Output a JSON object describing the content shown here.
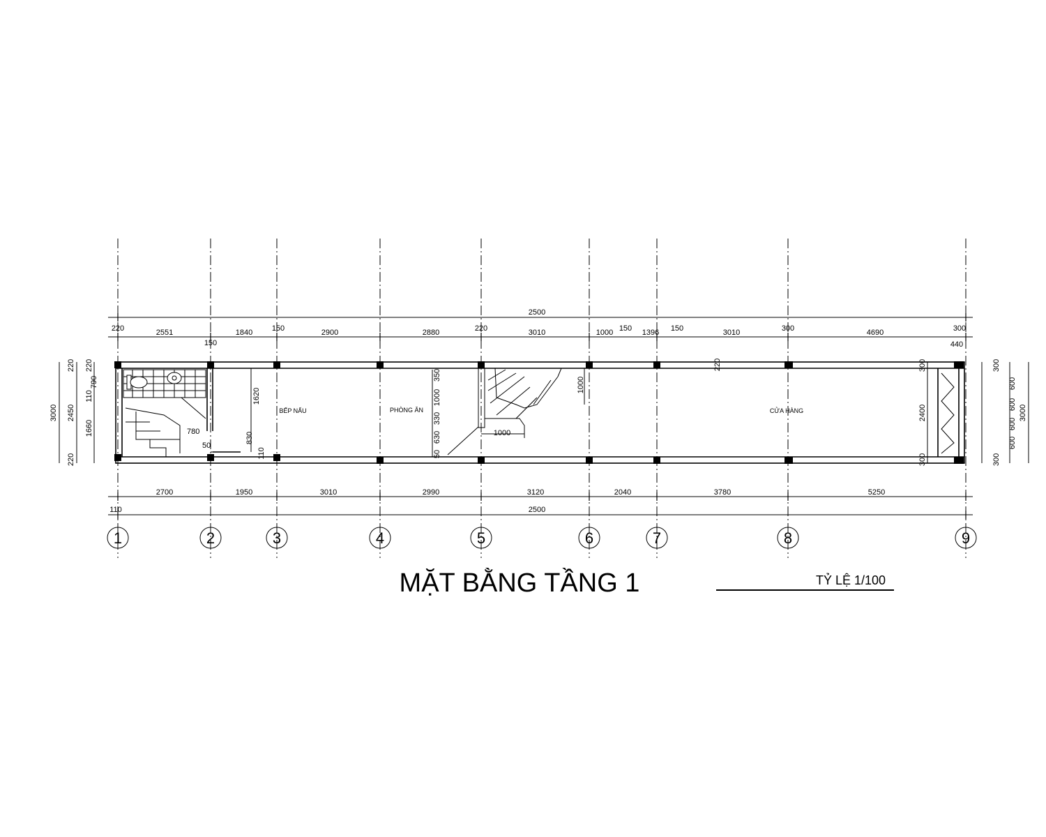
{
  "title": "MẶT BẰNG TẦNG 1",
  "scale_label": "TỶ LỆ 1/100",
  "axes": [
    "1",
    "2",
    "3",
    "4",
    "5",
    "6",
    "7",
    "8",
    "9"
  ],
  "rooms": {
    "kitchen": "BẾP NẤU",
    "dining": "PHÒNG ĂN",
    "shop": "CỬA HÀNG"
  },
  "dims": {
    "overall_top": "2500",
    "overall_bottom": "2500",
    "top_row": [
      "220",
      "2551",
      "1840",
      "150",
      "2900",
      "2880",
      "220",
      "3010",
      "1000",
      "150",
      "1396",
      "150",
      "3010",
      "300",
      "4690",
      "300"
    ],
    "top_small": [
      "150",
      "440"
    ],
    "bottom_row": [
      "2700",
      "1950",
      "3010",
      "2990",
      "3120",
      "2040",
      "3780",
      "5250"
    ],
    "bottom_small": "110",
    "left_outer": "3000",
    "left_mid": [
      "220",
      "2450",
      "220"
    ],
    "left_inner": [
      "220",
      "110",
      "790",
      "1660"
    ],
    "right_outer": [
      "3000",
      "600",
      "600",
      "600",
      "600"
    ],
    "right_inner": [
      "300",
      "2400",
      "300"
    ],
    "interior": [
      "1620",
      "830",
      "110",
      "780",
      "50",
      "350",
      "1000",
      "330",
      "630",
      "50",
      "1000",
      "1000",
      "220"
    ]
  }
}
